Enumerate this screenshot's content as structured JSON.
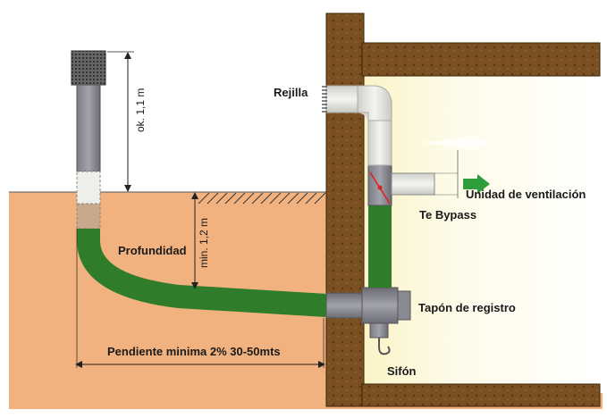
{
  "labels": {
    "rejilla": "Rejilla",
    "height_above": "ok. 1,1 m",
    "depth_min": "min. 1,2 m",
    "profundidad": "Profundidad",
    "unidad": "Unidad de ventilación",
    "te_bypass": "Te Bypass",
    "tapon": "Tapón de registro",
    "pendiente": "Pendiente minima 2%  30-50mts",
    "sifon": "Sifón"
  },
  "colors": {
    "soil": "#f2b27f",
    "pipe_green": "#2f7d2a",
    "wall": "#7a4f22",
    "pipe_grey": "#8c8c94",
    "pipe_light": "#e8e8e4",
    "interior": "#fdfbe9",
    "arrow": "#2f9e3a",
    "bypass_line": "#e02020"
  }
}
